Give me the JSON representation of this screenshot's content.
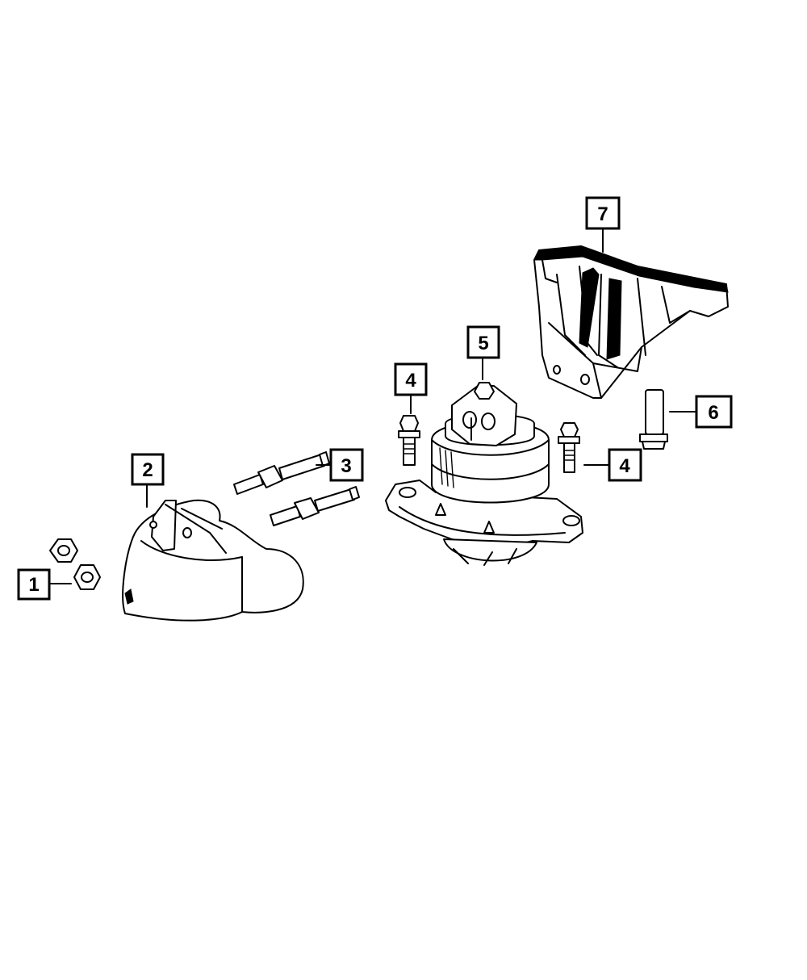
{
  "callouts": [
    {
      "id": "1",
      "label": "1"
    },
    {
      "id": "2",
      "label": "2"
    },
    {
      "id": "3",
      "label": "3"
    },
    {
      "id": "4a",
      "label": "4"
    },
    {
      "id": "4b",
      "label": "4"
    },
    {
      "id": "5",
      "label": "5"
    },
    {
      "id": "6",
      "label": "6"
    },
    {
      "id": "7",
      "label": "7"
    }
  ]
}
